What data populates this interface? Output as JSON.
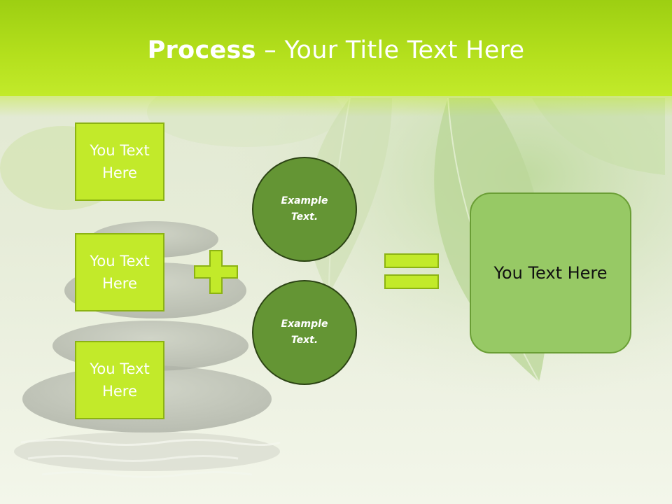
{
  "title": {
    "bold": "Process",
    "dash": " – ",
    "rest": "Your Title Text Here"
  },
  "boxes": [
    {
      "text": "You Text Here"
    },
    {
      "text": "You Text Here"
    },
    {
      "text": "You Text Here"
    }
  ],
  "circles": [
    {
      "text": "Example Text."
    },
    {
      "text": "Example Text."
    }
  ],
  "result": {
    "text": "You Text Here"
  },
  "icons": {
    "plus": "plus-icon",
    "equals": "equals-icon"
  },
  "colors": {
    "header": "#b3df1c",
    "box_fill": "#c2ea2a",
    "circle_fill": "#649534",
    "result_fill": "#97c965"
  }
}
